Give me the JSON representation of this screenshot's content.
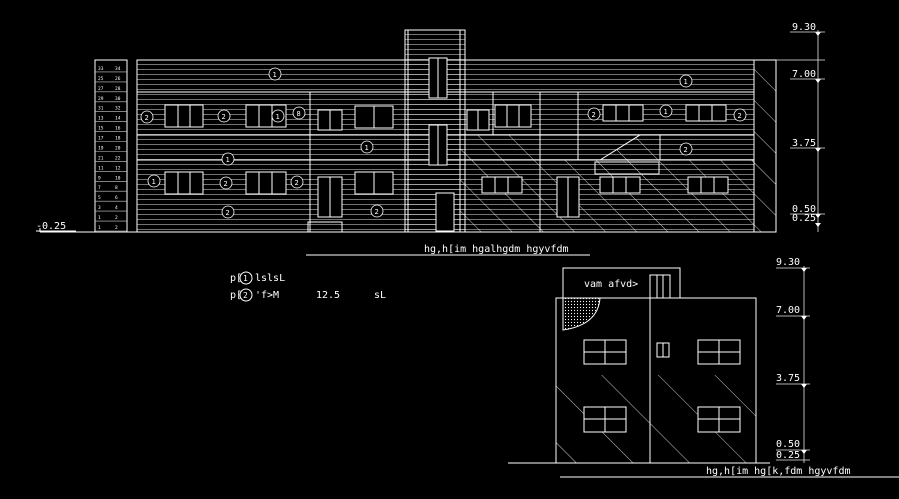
{
  "main_elevation": {
    "title": "hg,h[im hgalhgdm hgyvfdm",
    "level_left": "-0.25",
    "levels": [
      "9.30",
      "7.00",
      "3.75",
      "0.50",
      "0.25"
    ],
    "room_numbers": [
      "1",
      "1",
      "2",
      "2",
      "8",
      "2",
      "1",
      "2",
      "1",
      "1",
      "2",
      "2",
      "1",
      "2",
      "2",
      "2",
      "1"
    ]
  },
  "legend": {
    "row1_prefix": "p[",
    "row1_circle": "1",
    "row1_text": "lslsL",
    "row2_prefix": "p[",
    "row2_circle": "2",
    "row2_text": "'f>M",
    "row2_value": "12.5",
    "row2_unit": "sL"
  },
  "side_elevation": {
    "title": "hg,h[im hg[k,fdm hgyvfdm",
    "roof_label": "vam afvd>",
    "levels": [
      "9.30",
      "7.00",
      "3.75",
      "0.50",
      "0.25"
    ]
  },
  "stair_numbers": [
    "33",
    "34",
    "25",
    "26",
    "27",
    "28",
    "29",
    "30",
    "31",
    "32",
    "13",
    "14",
    "15",
    "16",
    "17",
    "18",
    "19",
    "20",
    "21",
    "22",
    "11",
    "12",
    "9",
    "10",
    "7",
    "8",
    "5",
    "6",
    "3",
    "4",
    "1",
    "2",
    "1",
    "2"
  ]
}
